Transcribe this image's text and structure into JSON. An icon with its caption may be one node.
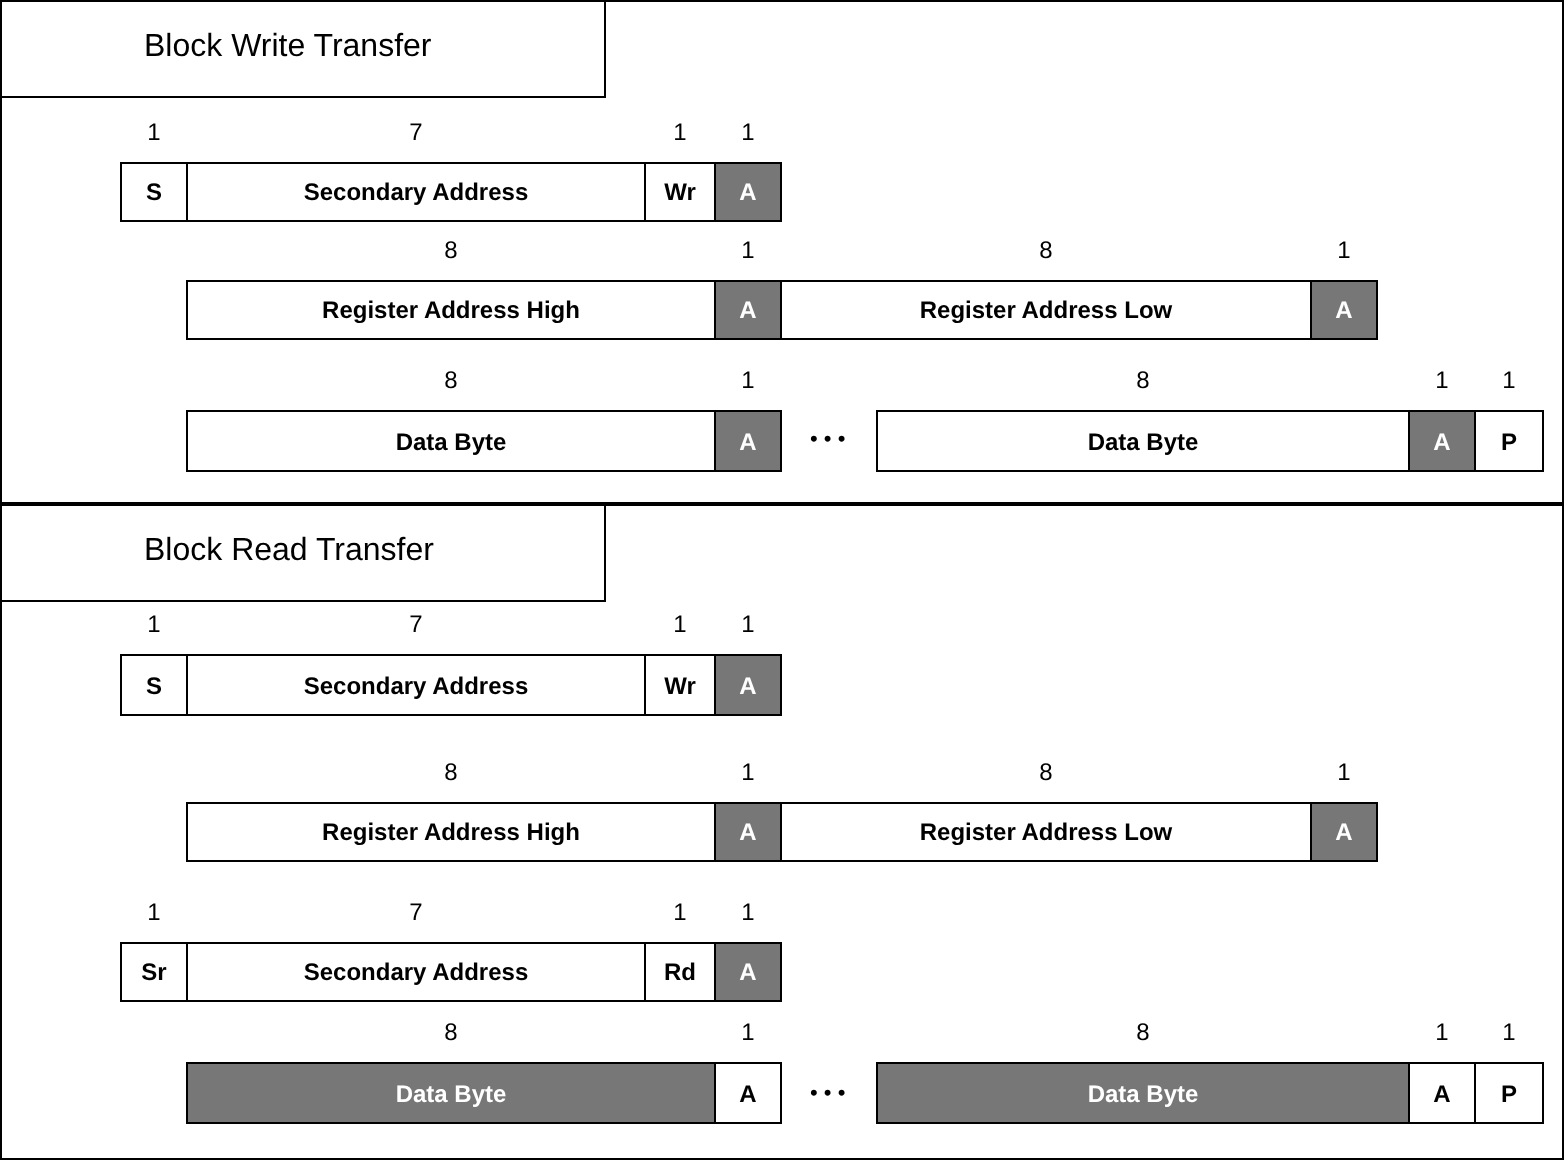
{
  "diagram": {
    "nodes": [
      {
        "text": [
          "Block Write Transfer"
        ]
      },
      {
        "text": [
          "S"
        ],
        "beside": [
          "1"
        ],
        "in": 0
      },
      {
        "text": [
          "Secondary Address"
        ],
        "beside": [
          "7"
        ],
        "in": 0
      },
      {
        "text": [
          "Wr"
        ],
        "beside": [
          "1"
        ],
        "in": 0
      },
      {
        "text": [
          "A"
        ],
        "beside": [
          "1"
        ],
        "in": 0
      },
      {
        "text": [
          "Register Address High"
        ],
        "beside": [
          "8"
        ],
        "in": 0
      },
      {
        "text": [
          "A"
        ],
        "beside": [
          "1"
        ],
        "in": 0
      },
      {
        "text": [
          "Register Address Low"
        ],
        "beside": [
          "8"
        ],
        "in": 0
      },
      {
        "text": [
          "A"
        ],
        "beside": [
          "1"
        ],
        "in": 0
      },
      {
        "text": [
          "Data Byte"
        ],
        "beside": [
          "8"
        ],
        "in": 0
      },
      {
        "text": [
          "A"
        ],
        "beside": [
          "1"
        ],
        "in": 0
      },
      {
        "text": [
          "Data Byte"
        ],
        "beside": [
          "8"
        ],
        "in": 0
      },
      {
        "text": [
          "A"
        ],
        "beside": [
          "1"
        ],
        "in": 0
      },
      {
        "text": [
          "P"
        ],
        "beside": [
          "1"
        ],
        "in": 0
      },
      {
        "text": [
          "Block Read Transfer"
        ]
      },
      {
        "text": [
          "S"
        ],
        "beside": [
          "1"
        ],
        "in": 14
      },
      {
        "text": [
          "Secondary Address"
        ],
        "beside": [
          "7"
        ],
        "in": 14
      },
      {
        "text": [
          "Wr"
        ],
        "beside": [
          "1"
        ],
        "in": 14
      },
      {
        "text": [
          "A"
        ],
        "beside": [
          "1"
        ],
        "in": 14
      },
      {
        "text": [
          "Register Address High"
        ],
        "beside": [
          "8"
        ],
        "in": 14
      },
      {
        "text": [
          "A"
        ],
        "beside": [
          "1"
        ],
        "in": 14
      },
      {
        "text": [
          "Register Address Low"
        ],
        "beside": [
          "8"
        ],
        "in": 14
      },
      {
        "text": [
          "A"
        ],
        "beside": [
          "1"
        ],
        "in": 14
      },
      {
        "text": [
          "Sr"
        ],
        "beside": [
          "1"
        ],
        "in": 14
      },
      {
        "text": [
          "Secondary Address"
        ],
        "beside": [
          "7"
        ],
        "in": 14
      },
      {
        "text": [
          "Rd"
        ],
        "beside": [
          "1"
        ],
        "in": 14
      },
      {
        "text": [
          "A"
        ],
        "beside": [
          "1"
        ],
        "in": 14
      },
      {
        "text": [
          "Data Byte"
        ],
        "beside": [
          "8"
        ],
        "in": 14
      },
      {
        "text": [
          "A"
        ],
        "beside": [
          "1"
        ],
        "in": 14
      },
      {
        "text": [
          "Data Byte"
        ],
        "beside": [
          "8"
        ],
        "in": 14
      },
      {
        "text": [
          "A"
        ],
        "beside": [
          "1"
        ],
        "in": 14
      },
      {
        "text": [
          "P"
        ],
        "beside": [
          "1"
        ],
        "in": 14
      }
    ],
    "labels": [
      "• • •",
      "• • •"
    ]
  }
}
